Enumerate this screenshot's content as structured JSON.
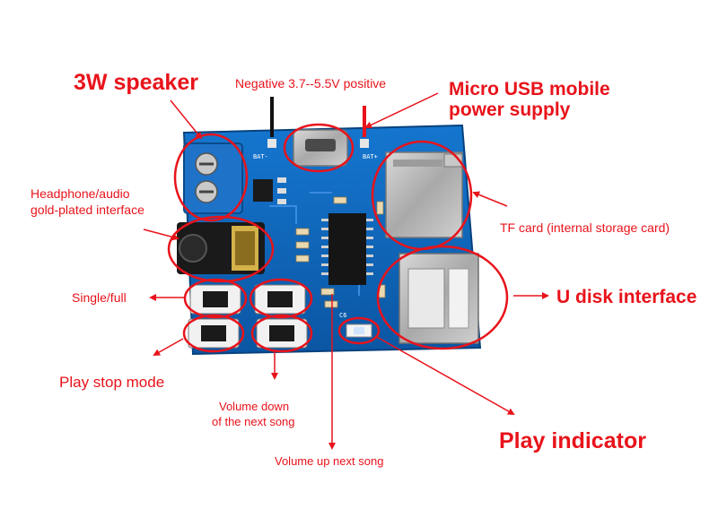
{
  "labels": {
    "speaker": "3W speaker",
    "battery": "Negative 3.7--5.5V positive",
    "usb_line1": "Micro USB mobile",
    "usb_line2": "power supply",
    "headphone_line1": "Headphone/audio",
    "headphone_line2": "gold-plated interface",
    "tf_card": "TF card (internal storage card)",
    "single_full": "Single/full",
    "u_disk": "U disk interface",
    "play_stop": "Play stop mode",
    "vol_down_line1": "Volume down",
    "vol_down_line2": "of the next song",
    "play_indicator": "Play indicator",
    "vol_up": "Volume up next song"
  },
  "board_marks": {
    "bat_left": "BAT-",
    "bat_right": "BAT+",
    "cap": "C6"
  },
  "colors": {
    "annotation": "#e8131b",
    "pcb": "#0e63b8",
    "terminal": "#1e73c9",
    "metal": "#b9b9b9"
  }
}
